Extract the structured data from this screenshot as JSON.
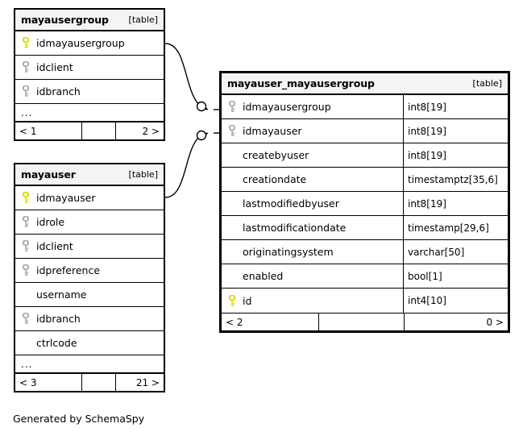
{
  "diagram": {
    "caption": "Generated by SchemaSpy",
    "table_tag": "[table]",
    "ellipsis": "...",
    "colors": {
      "primary_key": "#e8e800",
      "foreign_key": "#b4b4b4",
      "header_bg": "#f4f4f4",
      "border": "#000000",
      "background": "#ffffff"
    }
  },
  "tables": [
    {
      "name": "mayausergroup",
      "tag": "[table]",
      "columns": [
        {
          "name": "idmayausergroup",
          "key": "primary",
          "type": ""
        },
        {
          "name": "idclient",
          "key": "foreign",
          "type": ""
        },
        {
          "name": "idbranch",
          "key": "foreign",
          "type": ""
        }
      ],
      "has_ellipsis": true,
      "ellipsis": "...",
      "footer": {
        "left": "< 1",
        "middle": "",
        "right": "2 >"
      }
    },
    {
      "name": "mayauser",
      "tag": "[table]",
      "columns": [
        {
          "name": "idmayauser",
          "key": "primary",
          "type": ""
        },
        {
          "name": "idrole",
          "key": "foreign",
          "type": ""
        },
        {
          "name": "idclient",
          "key": "foreign",
          "type": ""
        },
        {
          "name": "idpreference",
          "key": "foreign",
          "type": ""
        },
        {
          "name": "username",
          "key": "none",
          "type": ""
        },
        {
          "name": "idbranch",
          "key": "foreign",
          "type": ""
        },
        {
          "name": "ctrlcode",
          "key": "none",
          "type": ""
        }
      ],
      "has_ellipsis": true,
      "ellipsis": "...",
      "footer": {
        "left": "< 3",
        "middle": "",
        "right": "21 >"
      }
    },
    {
      "name": "mayauser_mayausergroup",
      "tag": "[table]",
      "columns": [
        {
          "name": "idmayausergroup",
          "key": "foreign",
          "type": "int8[19]"
        },
        {
          "name": "idmayauser",
          "key": "foreign",
          "type": "int8[19]"
        },
        {
          "name": "createbyuser",
          "key": "none",
          "type": "int8[19]"
        },
        {
          "name": "creationdate",
          "key": "none",
          "type": "timestamptz[35,6]"
        },
        {
          "name": "lastmodifiedbyuser",
          "key": "none",
          "type": "int8[19]"
        },
        {
          "name": "lastmodificationdate",
          "key": "none",
          "type": "timestamp[29,6]"
        },
        {
          "name": "originatingsystem",
          "key": "none",
          "type": "varchar[50]"
        },
        {
          "name": "enabled",
          "key": "none",
          "type": "bool[1]"
        },
        {
          "name": "id",
          "key": "primary",
          "type": "int4[10]"
        }
      ],
      "has_ellipsis": false,
      "ellipsis": "",
      "footer": {
        "left": "< 2",
        "middle": "",
        "right": "0 >"
      }
    }
  ],
  "relationships": [
    {
      "from_table": "mayausergroup",
      "from_column": "idmayausergroup",
      "to_table": "mayauser_mayausergroup",
      "to_column": "idmayausergroup"
    },
    {
      "from_table": "mayauser",
      "from_column": "idmayauser",
      "to_table": "mayauser_mayausergroup",
      "to_column": "idmayauser"
    }
  ]
}
